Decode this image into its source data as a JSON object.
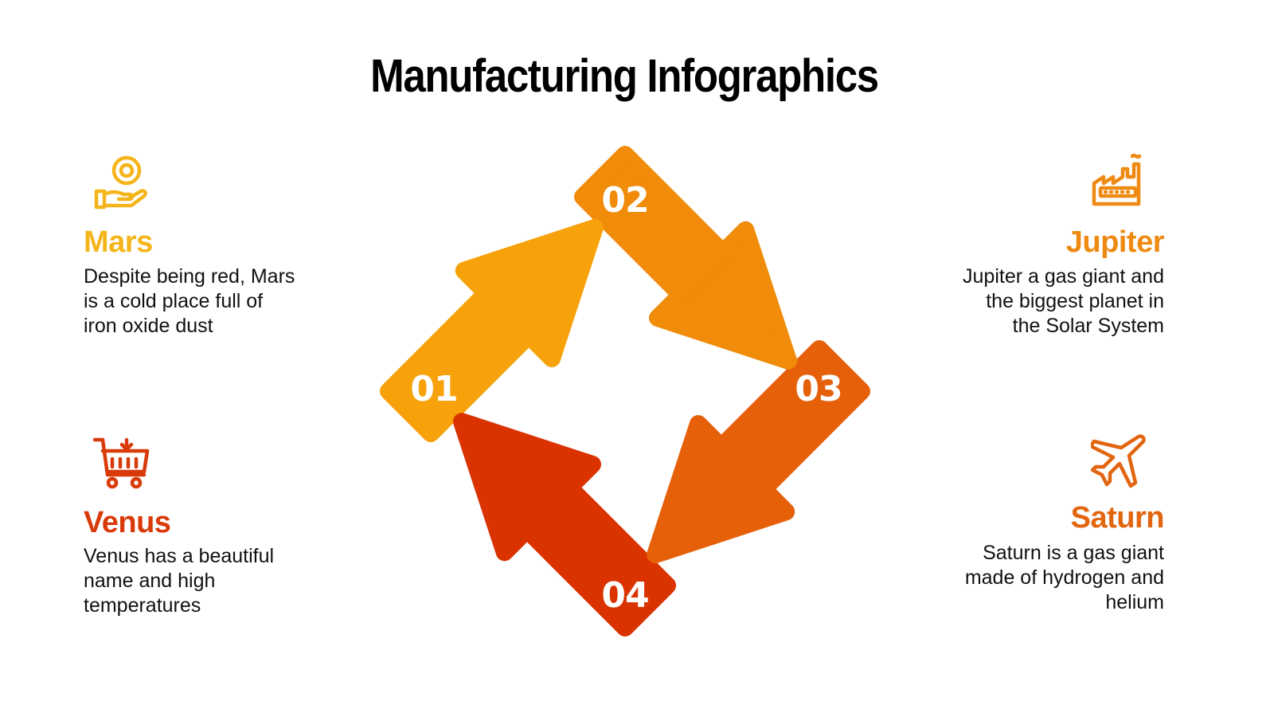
{
  "title": "Manufacturing Infographics",
  "colors": {
    "step1": "#F7A20A",
    "step2": "#F08C0A",
    "step3": "#E6600A",
    "step4": "#DA3300",
    "mars": "#F5B51A",
    "jupiter": "#EE8A12",
    "saturn": "#E2650F",
    "venus": "#D93A0A"
  },
  "steps": [
    {
      "number": "01"
    },
    {
      "number": "02"
    },
    {
      "number": "03"
    },
    {
      "number": "04"
    }
  ],
  "items": [
    {
      "heading": "Mars",
      "icon": "hand-holding-coin-icon",
      "body": "Despite being red, Mars\nis a cold place full of\niron oxide dust"
    },
    {
      "heading": "Jupiter",
      "icon": "factory-icon",
      "body": "Jupiter a gas giant and\nthe biggest planet in\nthe Solar System"
    },
    {
      "heading": "Venus",
      "icon": "shopping-cart-icon",
      "body": "Venus has a beautiful\nname and high\ntemperatures"
    },
    {
      "heading": "Saturn",
      "icon": "airplane-icon",
      "body": "Saturn is a gas giant\nmade of hydrogen and\nhelium"
    }
  ]
}
